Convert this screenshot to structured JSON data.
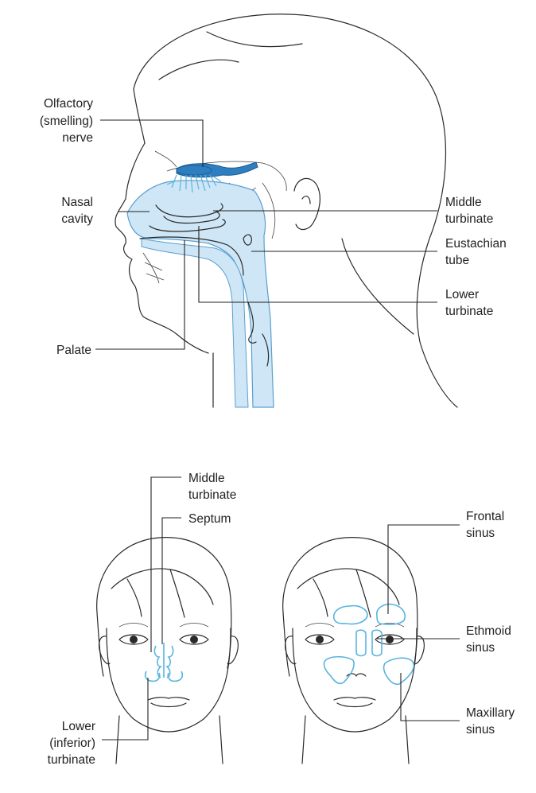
{
  "colors": {
    "cavity_fill": "#cfe6f6",
    "cavity_stroke": "#5b9fd0",
    "nerve_fill": "#2f7fc0",
    "sinus_stroke": "#5ab4e0",
    "line": "#222222"
  },
  "side_view": {
    "labels": {
      "olfactory": [
        "Olfactory",
        "(smelling)",
        "nerve"
      ],
      "nasal_cavity": [
        "Nasal",
        "cavity"
      ],
      "middle_turbinate": [
        "Middle",
        "turbinate"
      ],
      "eustachian_tube": [
        "Eustachian",
        "tube"
      ],
      "lower_turbinate": [
        "Lower",
        "turbinate"
      ],
      "palate": "Palate"
    }
  },
  "front_view_left": {
    "labels": {
      "middle_turbinate": [
        "Middle",
        "turbinate"
      ],
      "septum": "Septum",
      "lower_inferior_turbinate": [
        "Lower",
        "(inferior)",
        "turbinate"
      ]
    }
  },
  "front_view_right": {
    "labels": {
      "frontal_sinus": [
        "Frontal",
        "sinus"
      ],
      "ethmoid_sinus": [
        "Ethmoid",
        "sinus"
      ],
      "maxillary_sinus": [
        "Maxillary",
        "sinus"
      ]
    }
  }
}
